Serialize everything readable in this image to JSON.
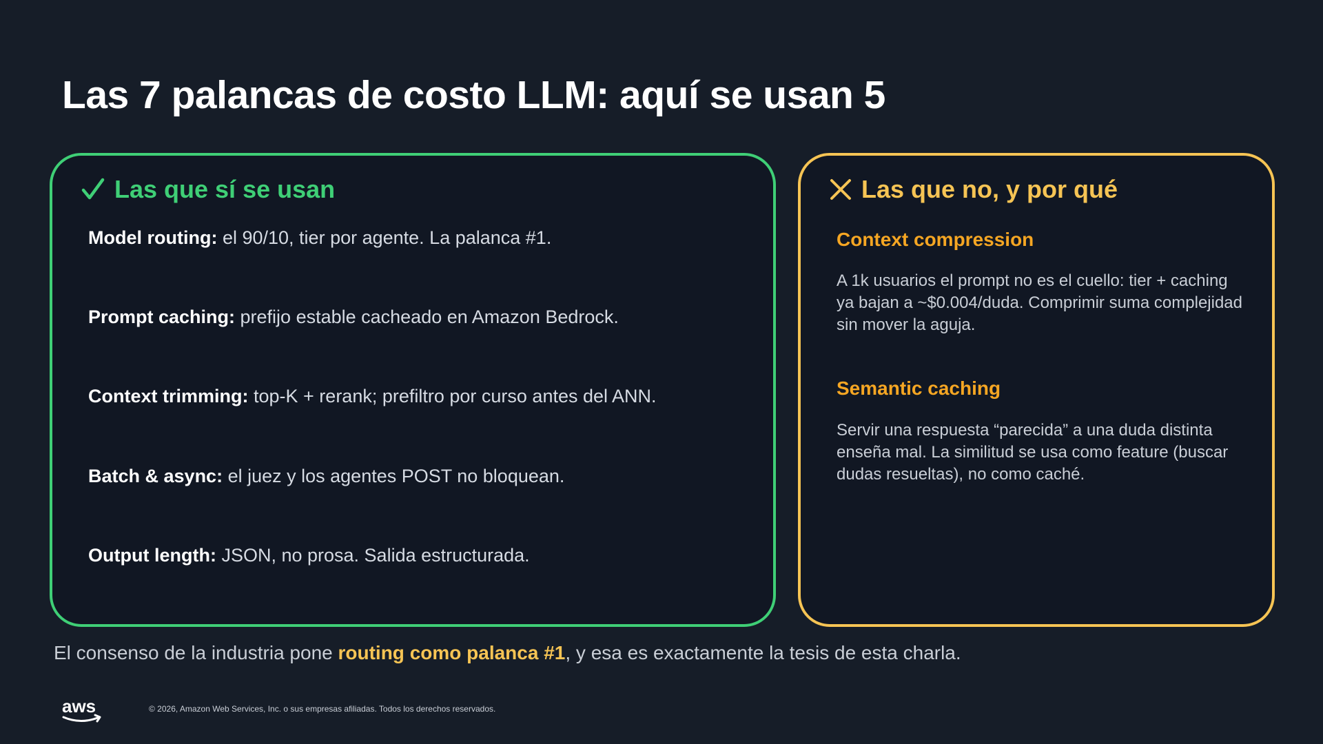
{
  "title": "Las 7 palancas de costo LLM: aquí se usan 5",
  "used_panel": {
    "heading": "Las que sí se usan",
    "icon": "check-icon",
    "accent": "#3fcf76",
    "items": [
      {
        "label": "Model routing:",
        "text": " el 90/10, tier por agente. La palanca #1."
      },
      {
        "label": "Prompt caching:",
        "text": " prefijo estable cacheado en Amazon Bedrock."
      },
      {
        "label": "Context trimming:",
        "text": " top-K + rerank; prefiltro por curso antes del ANN."
      },
      {
        "label": "Batch & async:",
        "text": " el juez y los agentes POST no bloquean."
      },
      {
        "label": "Output length:",
        "text": " JSON, no prosa. Salida estructurada."
      }
    ]
  },
  "unused_panel": {
    "heading": "Las que no, y por qué",
    "icon": "x-icon",
    "accent": "#f6c454",
    "items": [
      {
        "title": "Context compression",
        "body": "A 1k usuarios el prompt no es el cuello: tier + caching ya bajan a ~$0.004/duda. Comprimir suma complejidad sin mover la aguja."
      },
      {
        "title": "Semantic caching",
        "body": "Servir una respuesta “parecida” a una duda distinta enseña mal. La similitud se usa como feature (buscar dudas resueltas), no como caché."
      }
    ]
  },
  "footer": {
    "pre": "El consenso de la industria pone ",
    "highlight": "routing como palanca #1",
    "post": ", y esa es exactamente la tesis de esta charla."
  },
  "brand": {
    "logo": "aws",
    "copyright": "© 2026, Amazon Web Services, Inc. o sus empresas afiliadas. Todos los derechos reservados."
  }
}
